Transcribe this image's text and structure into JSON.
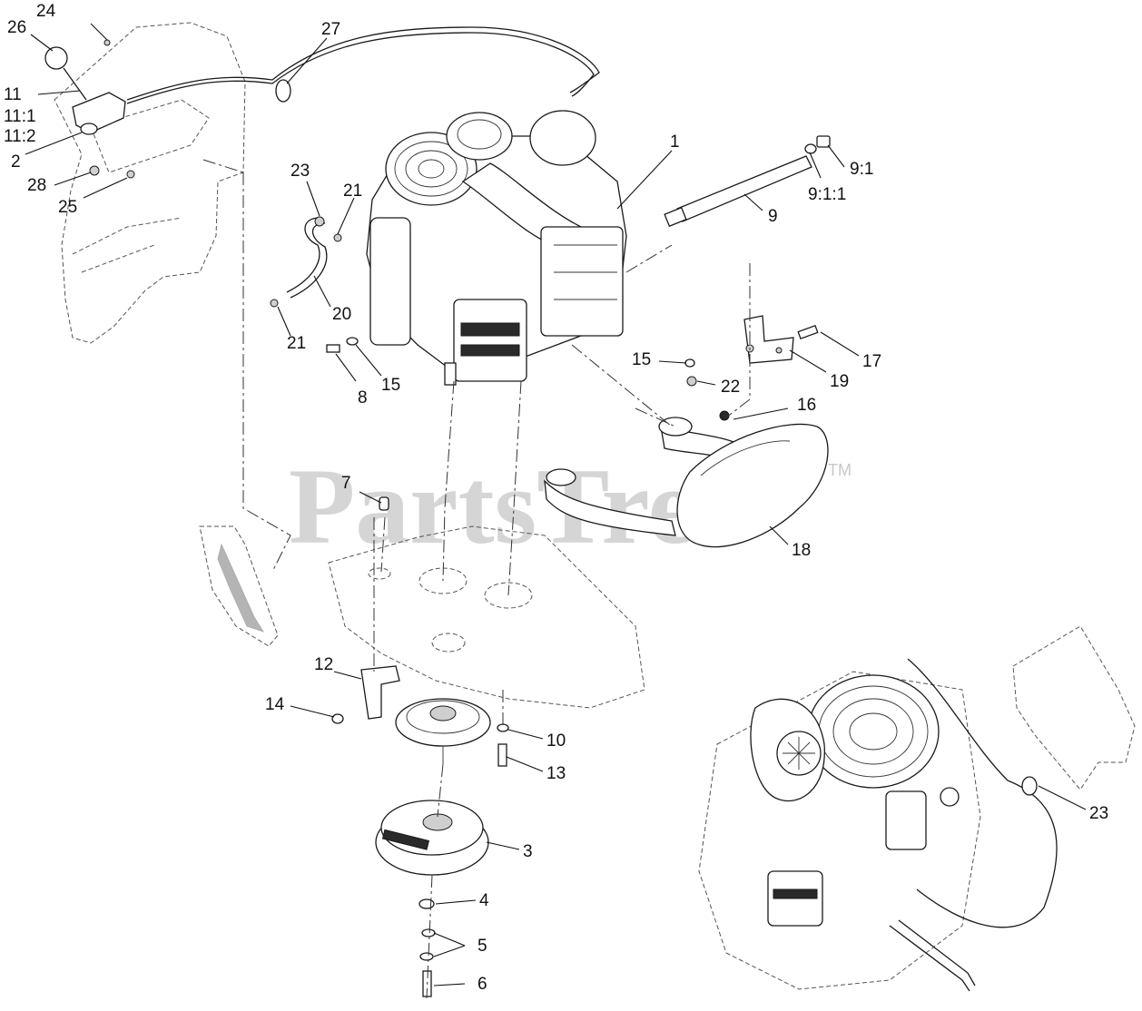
{
  "watermark": {
    "text": "PartsTree",
    "tm": "TM"
  },
  "callouts": {
    "c24": "24",
    "c26": "26",
    "c27": "27",
    "c11": "11",
    "c11_1": "11:1",
    "c11_2": "11:2",
    "c2": "2",
    "c28": "28",
    "c25": "25",
    "c23a": "23",
    "c21a": "21",
    "c20": "20",
    "c21b": "21",
    "c8": "8",
    "c15a": "15",
    "c1": "1",
    "c9": "9",
    "c9_1": "9:1",
    "c9_1_1": "9:1:1",
    "c15b": "15",
    "c22": "22",
    "c17": "17",
    "c19": "19",
    "c16": "16",
    "c7": "7",
    "c18": "18",
    "c12": "12",
    "c14": "14",
    "c10": "10",
    "c13": "13",
    "c3": "3",
    "c4": "4",
    "c5": "5",
    "c6": "6",
    "c23b": "23"
  }
}
